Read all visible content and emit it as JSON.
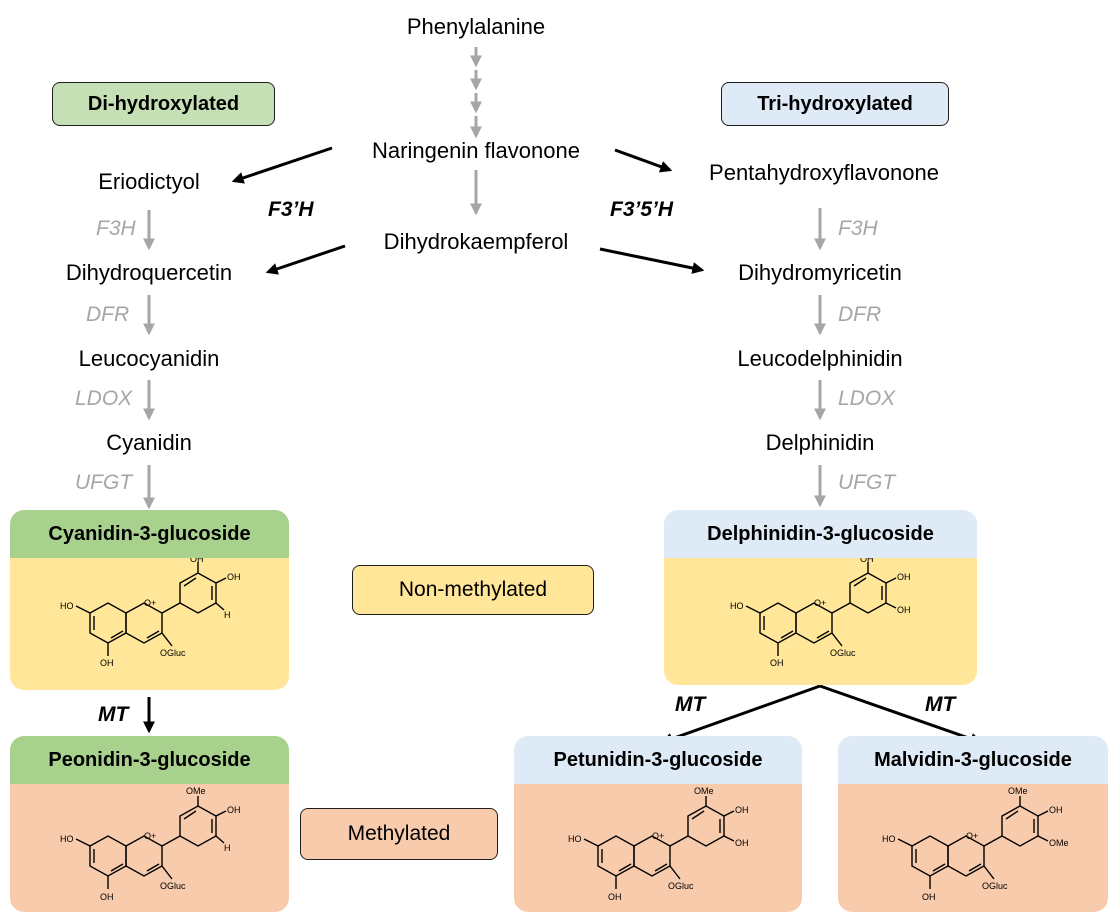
{
  "compounds": {
    "phenylalanine": "Phenylalanine",
    "naringenin": "Naringenin flavonone",
    "eriodictyol": "Eriodictyol",
    "pentahydroxyflavonone": "Pentahydroxyflavonone",
    "dihydrokaempferol": "Dihydrokaempferol",
    "dihydroquercetin": "Dihydroquercetin",
    "dihydromyricetin": "Dihydromyricetin",
    "leucocyanidin": "Leucocyanidin",
    "leucodelphinidin": "Leucodelphinidin",
    "cyanidin": "Cyanidin",
    "delphinidin": "Delphinidin"
  },
  "groups": {
    "di": "Di-hydroxylated",
    "tri": "Tri-hydroxylated",
    "non_methylated": "Non-methylated",
    "methylated": "Methylated"
  },
  "enzymes": {
    "f3h": "F3H",
    "dfr": "DFR",
    "ldox": "LDOX",
    "ufgt": "UFGT",
    "f3ph": "F3’H",
    "f35ph": "F3’5’H",
    "mt": "MT"
  },
  "glucosides": {
    "cyanidin": "Cyanidin-3-glucoside",
    "delphinidin": "Delphinidin-3-glucoside",
    "peonidin": "Peonidin-3-glucoside",
    "petunidin": "Petunidin-3-glucoside",
    "malvidin": "Malvidin-3-glucoside"
  },
  "structure_labels": {
    "ho": "HO",
    "oh": "OH",
    "h": "H",
    "oplus": "O+",
    "ogluc": "OGluc",
    "ome": "OMe"
  },
  "colors": {
    "green_tag": "#c5e0b4",
    "green_head": "#a9d18e",
    "blue": "#deebf7",
    "yellow": "#ffe699",
    "salmon": "#f8cbad",
    "grey_arrow": "#a6a6a6",
    "black_arrow": "#000000"
  }
}
